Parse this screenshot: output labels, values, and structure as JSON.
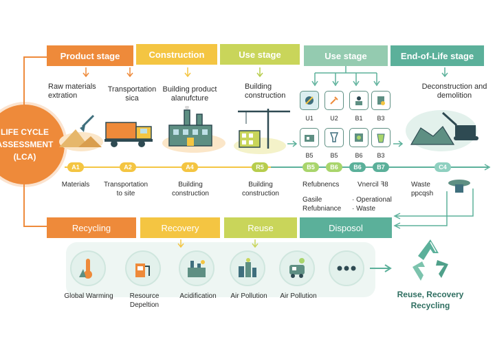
{
  "lca": {
    "line1": "LIFE CYCLE",
    "line2": "ASSESSMENT",
    "line3": "(LCA)"
  },
  "top_stages": [
    {
      "label": "Product stage",
      "color": "#ee8a3a"
    },
    {
      "label": "Construction",
      "color": "#f4c542"
    },
    {
      "label": "Use stage",
      "color": "#c9d55a"
    },
    {
      "label": "Use stage",
      "color": "#94cbb0"
    },
    {
      "label": "End-of-Life stage",
      "color": "#5bb09a"
    }
  ],
  "top_labels": {
    "raw": "Raw materials\nextration",
    "transport": "Transportation\nsica",
    "building_product": "Building product\nalanufcture",
    "building": "Building\nconstruction",
    "deconstruction": "Deconstruction and\ndemolition"
  },
  "use_tiles_top": [
    "U1",
    "U2",
    "B1",
    "B3"
  ],
  "use_tiles_bottom": [
    "B5",
    "B5",
    "B6",
    "B3"
  ],
  "badges": [
    {
      "label": "A1",
      "color": "#f4c542"
    },
    {
      "label": "A2",
      "color": "#f4c542"
    },
    {
      "label": "A4",
      "color": "#f4c542"
    },
    {
      "label": "R5",
      "color": "#b7cd4d"
    },
    {
      "label": "B5",
      "color": "#a9d56c"
    },
    {
      "label": "B6",
      "color": "#a9d56c"
    },
    {
      "label": "B6",
      "color": "#5bb09a"
    },
    {
      "label": "B7",
      "color": "#5bb09a"
    },
    {
      "label": "C4",
      "color": "#8fd0c0"
    }
  ],
  "mid_labels": {
    "materials": "Materials",
    "transport_site": "Transportation\nto site",
    "building_construction_1": "Building\nconstruction",
    "building_construction_2": "Building\nconstruction",
    "refubnencs": "Refubnencs",
    "vnercil": "Vnercil ꟻ8",
    "waste": "Waste\nppcqsh",
    "gasile": "Gasile\nRefubniance",
    "operational": "· Operational\n· Waste"
  },
  "bottom_stages": [
    {
      "label": "Recycling",
      "color": "#ee8a3a"
    },
    {
      "label": "Recovery",
      "color": "#f4c542"
    },
    {
      "label": "Reuse",
      "color": "#c9d55a"
    },
    {
      "label": "Disposol",
      "color": "#5bb09a"
    }
  ],
  "impacts": [
    {
      "label": "Global Warming"
    },
    {
      "label": "Resource\nDepeltion"
    },
    {
      "label": "Acidification"
    },
    {
      "label": "Air Pollution"
    },
    {
      "label": "Air Pollution"
    },
    {
      "label": ""
    }
  ],
  "reuse_label": "Reuse, Recovery\nRecycling"
}
